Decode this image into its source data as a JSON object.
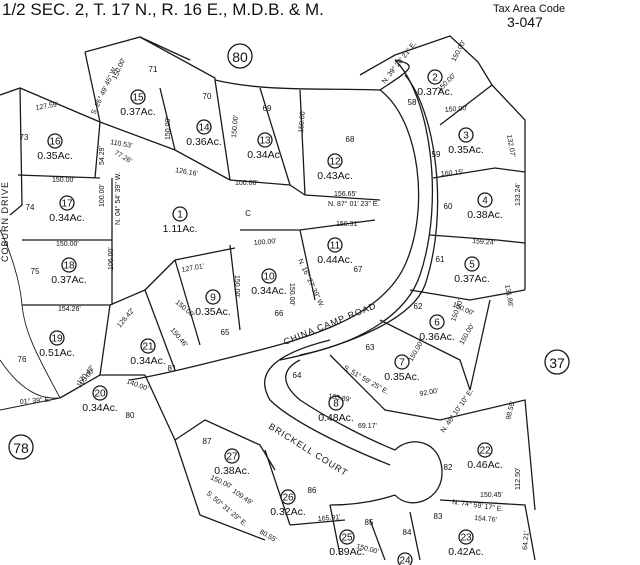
{
  "header": {
    "title": "1/2 SEC. 2, T. 17 N., R. 16 E., M.D.B. & M."
  },
  "tax_area": {
    "label": "Tax Area Code",
    "code": "3-047"
  },
  "pages": {
    "p80": "80",
    "p37": "37",
    "p78": "78"
  },
  "roads": {
    "china_camp": "CHINA CAMP ROAD",
    "brickell": "BRICKELL COURT",
    "coburn": "COBURN DRIVE"
  },
  "parcels": [
    {
      "num": "1",
      "acres": "1.11Ac."
    },
    {
      "num": "2",
      "acres": "0.37Ac."
    },
    {
      "num": "3",
      "acres": "0.35Ac."
    },
    {
      "num": "4",
      "acres": "0.38Ac."
    },
    {
      "num": "5",
      "acres": "0.37Ac."
    },
    {
      "num": "6",
      "acres": "0.36Ac."
    },
    {
      "num": "7",
      "acres": "0.35Ac."
    },
    {
      "num": "8",
      "acres": "0.48Ac."
    },
    {
      "num": "9",
      "acres": "0.35Ac."
    },
    {
      "num": "10",
      "acres": "0.34Ac."
    },
    {
      "num": "11",
      "acres": "0.44Ac."
    },
    {
      "num": "12",
      "acres": "0.43Ac."
    },
    {
      "num": "13",
      "acres": "0.34Ac."
    },
    {
      "num": "14",
      "acres": "0.36Ac."
    },
    {
      "num": "15",
      "acres": "0.37Ac."
    },
    {
      "num": "16",
      "acres": "0.35Ac."
    },
    {
      "num": "17",
      "acres": "0.34Ac."
    },
    {
      "num": "18",
      "acres": "0.37Ac."
    },
    {
      "num": "19",
      "acres": "0.51Ac."
    },
    {
      "num": "20",
      "acres": "0.34Ac."
    },
    {
      "num": "21",
      "acres": "0.34Ac."
    },
    {
      "num": "22",
      "acres": "0.46Ac."
    },
    {
      "num": "23",
      "acres": "0.42Ac."
    },
    {
      "num": "24",
      "acres": ""
    },
    {
      "num": "25",
      "acres": "0.39Ac."
    },
    {
      "num": "26",
      "acres": "0.32Ac."
    },
    {
      "num": "27",
      "acres": "0.38Ac."
    }
  ],
  "lots": [
    "58",
    "59",
    "60",
    "61",
    "62",
    "63",
    "64",
    "65",
    "66",
    "67",
    "68",
    "69",
    "70",
    "71",
    "73",
    "74",
    "75",
    "76",
    "80",
    "81",
    "82",
    "83",
    "84",
    "85",
    "86",
    "87",
    "C"
  ],
  "dims": {
    "d1": "N. 39° 28' 21\" E.",
    "d2": "150.00'",
    "d3": "150.00'",
    "d4": "150.00'",
    "d5": "132.07'",
    "d6": "160.15'",
    "d7": "133.24'",
    "d8": "159.24'",
    "d9": "131.86'",
    "d10": "150.00'",
    "d11": "150.00'",
    "d12": "150.00'",
    "d13": "92.00'",
    "d14": "S. 51° 59' 25\" E.",
    "d15": "165.89'",
    "d16": "69.17'",
    "d17": "N. 46° 10' 10\" E.",
    "d18": "98.55'",
    "d19": "112.50'",
    "d20": "150.45'",
    "d21": "N. 74° 59' 17\" E.",
    "d22": "154.76'",
    "d23": "64.21'",
    "d24": "S. 26° 49' 45\" W.",
    "d25": "150.00'",
    "d26": "127.59'",
    "d27": "110.53'",
    "d28": "77.26'",
    "d29": "54.29'",
    "d30": "150.00'",
    "d31": "150.00'",
    "d32": "150.00'",
    "d33": "126.16'",
    "d34": "100.00'",
    "d35": "156.65'",
    "d36": "N. 87° 01' 23\" E.",
    "d37": "150.00'",
    "d38": "150.00'",
    "d39": "150.31'",
    "d40": "N. 16° 27' 39\" W.",
    "d41": "100.00'",
    "d42": "150.00'",
    "d43": "127.01'",
    "d44": "150.00'",
    "d45": "150.00'",
    "d46": "150.00'",
    "d47": "100.00'",
    "d48": "106.00'",
    "d49": "N. 04° 54' 39\" W.",
    "d50": "154.26'",
    "d51": "128.42'",
    "d52": "150.46'",
    "d53": "170.42'",
    "d54": "105.00'",
    "d55": "140.00'",
    "d56": "01° 39\" E.",
    "d57": "150.00'",
    "d58": "109.49'",
    "d59": "S. 50° 31' 29\" E.",
    "d60": "80.55'",
    "d61": "165.91'",
    "d62": "150.00'"
  }
}
